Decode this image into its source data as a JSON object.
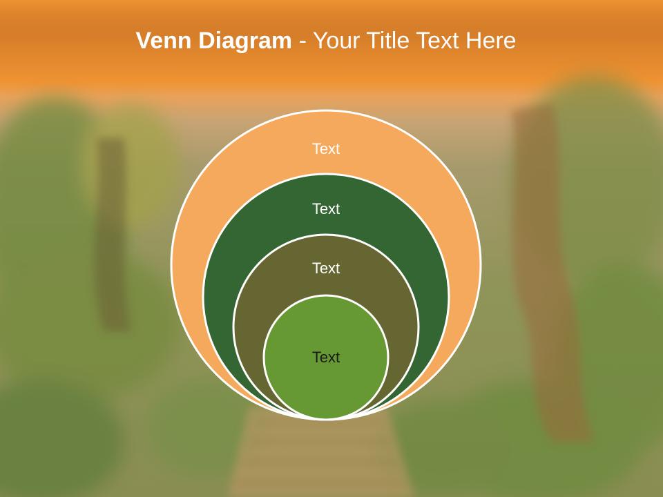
{
  "title": {
    "bold": "Venn Diagram",
    "rest": " - Your Title Text Here"
  },
  "diagram": {
    "type": "nested-venn",
    "circles": [
      {
        "label": "Text",
        "fill": "#f5a95c",
        "text_color": "#ffffff"
      },
      {
        "label": "Text",
        "fill": "#336633",
        "text_color": "#ffffff"
      },
      {
        "label": "Text",
        "fill": "#666633",
        "text_color": "#ffffff"
      },
      {
        "label": "Text",
        "fill": "#669933",
        "text_color": "#1a1a1a"
      }
    ],
    "outline_color": "#ffffff"
  },
  "colors": {
    "header_top": "#b0601c",
    "header_bottom": "#ef9333"
  }
}
